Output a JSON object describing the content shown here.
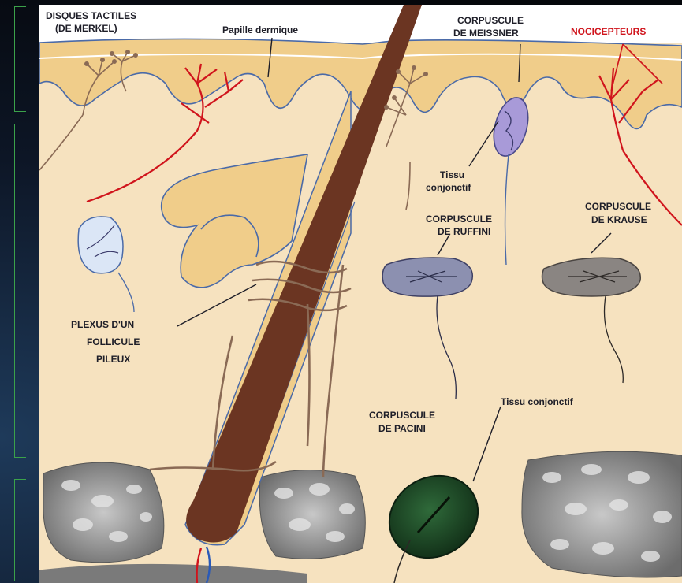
{
  "labels": {
    "merkel_line1": "DISQUES TACTILES",
    "merkel_line2": "(DE MERKEL)",
    "papille": "Papille dermique",
    "meissner_line1": "CORPUSCULE",
    "meissner_line2": "DE MEISSNER",
    "nocicepteurs": "NOCICEPTEURS",
    "tissu_line1": "Tissu",
    "tissu_line2": "conjonctif",
    "ruffini_line1": "CORPUSCULE",
    "ruffini_line2": "DE RUFFINI",
    "krause_line1": "CORPUSCULE",
    "krause_line2": "DE KRAUSE",
    "plexus_line1": "PLEXUS D'UN",
    "plexus_line2": "FOLLICULE",
    "plexus_line3": "PILEUX",
    "pacini_line1": "CORPUSCULE",
    "pacini_line2": "DE PACINI",
    "tissu_pacini": "Tissu conjonctif"
  },
  "colors": {
    "skin": "#f5ddb4",
    "epidermis": "#f0cd8a",
    "hair": "#6b3522",
    "nerve_red": "#d0141c",
    "nerve_brown": "#8a6a55",
    "outline_blue": "#4a6aa8",
    "pacini_green": "#1f4a2a",
    "fat_gray": "#8c8c8c",
    "bracket_green": "#3ba24a"
  }
}
